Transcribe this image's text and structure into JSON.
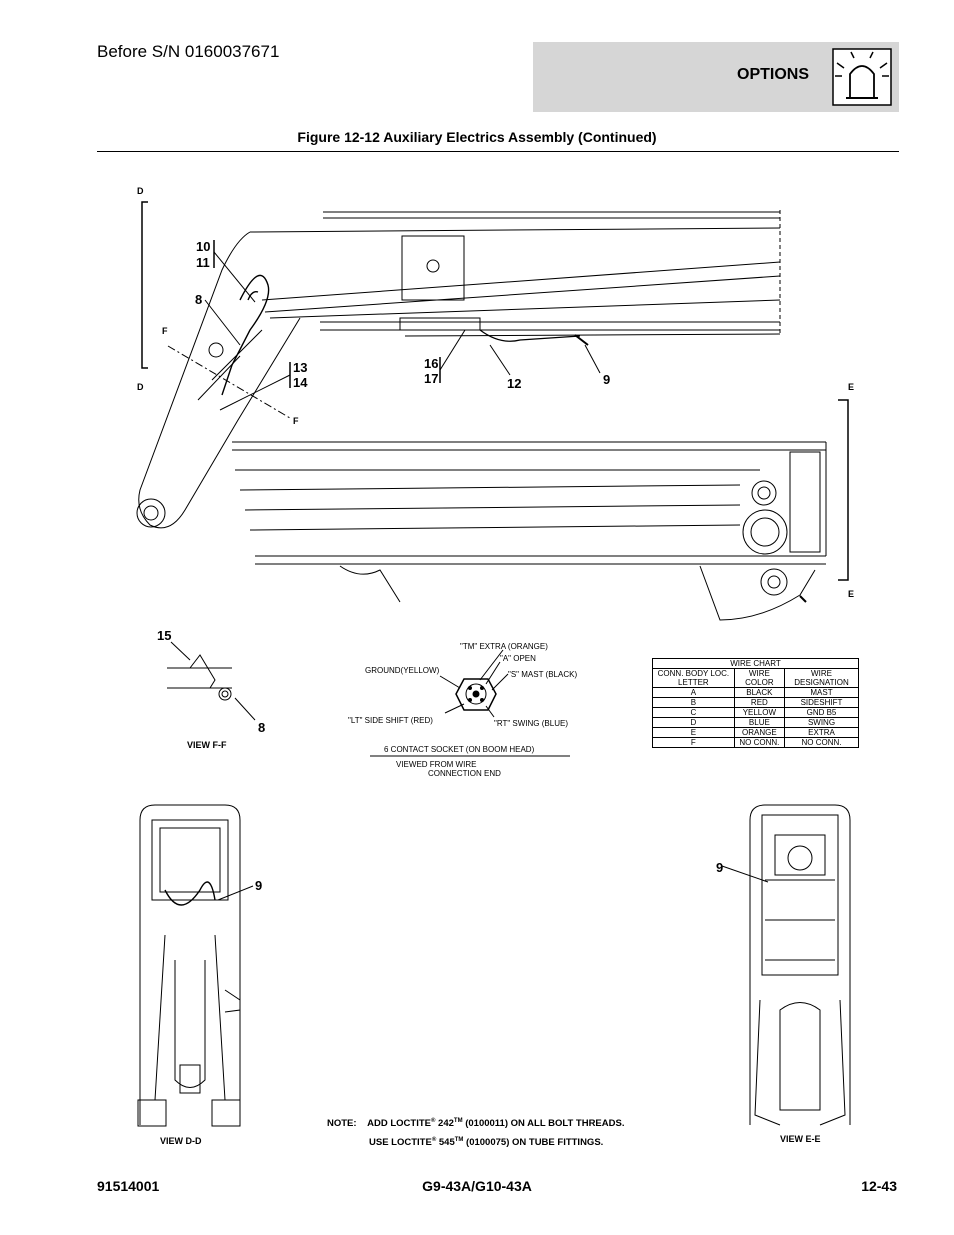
{
  "header": {
    "serial": "Before S/N 0160037671",
    "section": "OPTIONS",
    "section_icon": "beacon-light-icon"
  },
  "figure_title": "Figure 12-12 Auxiliary Electrics Assembly (Continued)",
  "section_markers": {
    "d_top": "D",
    "d_bottom": "D",
    "f_top": "F",
    "f_bottom": "F",
    "e_top": "E",
    "e_bottom": "E"
  },
  "callouts": {
    "c10": "10",
    "c11": "11",
    "c8_top": "8",
    "c13": "13",
    "c14": "14",
    "c16": "16",
    "c17": "17",
    "c12": "12",
    "c9_top": "9",
    "c15": "15",
    "c8_ff": "8",
    "c9_dd": "9",
    "c9_ee": "9"
  },
  "socket_labels": {
    "tm": "\"TM\" EXTRA (ORANGE)",
    "a": "\"A\" OPEN",
    "ground": "GROUND(YELLOW)",
    "s": "\"S\" MAST (BLACK)",
    "lt": "\"LT\" SIDE SHIFT (RED)",
    "rt": "\"RT\" SWING (BLUE)",
    "socket": "6 CONTACT SOCKET (ON BOOM HEAD)",
    "viewed": "VIEWED FROM WIRE",
    "viewed2": "CONNECTION END"
  },
  "wire_chart": {
    "title": "WIRE CHART",
    "headers": [
      "CONN. BODY LOC. LETTER",
      "WIRE COLOR",
      "WIRE DESIGNATION"
    ],
    "rows": [
      [
        "A",
        "BLACK",
        "MAST"
      ],
      [
        "B",
        "RED",
        "SIDESHIFT"
      ],
      [
        "C",
        "YELLOW",
        "GND B5"
      ],
      [
        "D",
        "BLUE",
        "SWING"
      ],
      [
        "E",
        "ORANGE",
        "EXTRA"
      ],
      [
        "F",
        "NO CONN.",
        "NO CONN."
      ]
    ]
  },
  "views": {
    "ff": "VIEW F-F",
    "dd": "VIEW D-D",
    "ee": "VIEW E-E"
  },
  "note": {
    "label": "NOTE:",
    "line1_pre": "ADD LOCTITE",
    "line1_reg": "®",
    "line1_num": "242",
    "line1_tm": "TM",
    "line1_post": "(0100011) ON ALL BOLT THREADS.",
    "line2_pre": "USE LOCTITE",
    "line2_reg": "®",
    "line2_num": "545",
    "line2_tm": "TM",
    "line2_post": "(0100075) ON TUBE FITTINGS."
  },
  "footer": {
    "left": "91514001",
    "center": "G9-43A/G10-43A",
    "right": "12-43"
  }
}
